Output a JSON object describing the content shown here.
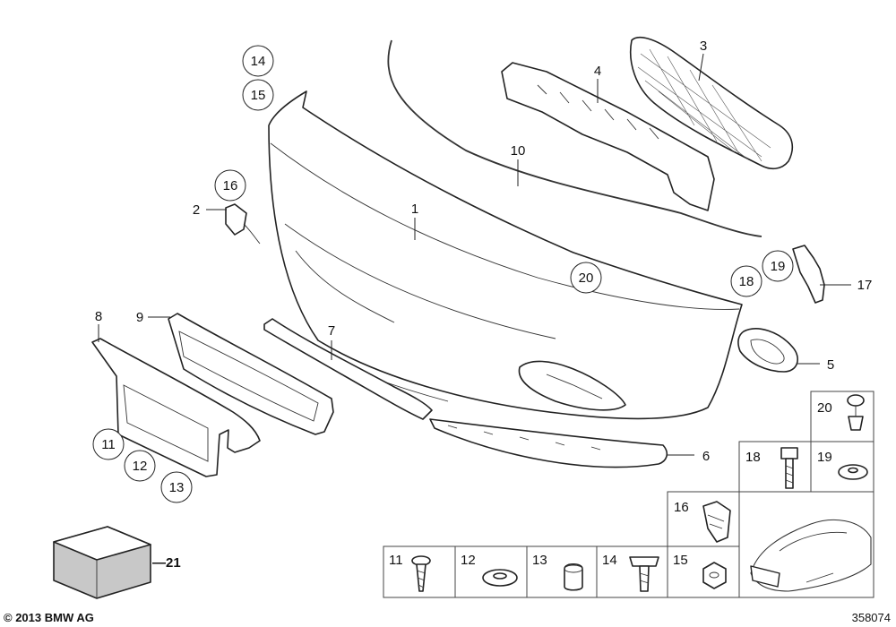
{
  "callouts": {
    "c1": "1",
    "c2": "2",
    "c3": "3",
    "c4": "4",
    "c5": "5",
    "c6": "6",
    "c7": "7",
    "c8": "8",
    "c9": "9",
    "c10": "10",
    "c11": "11",
    "c12": "12",
    "c13": "13",
    "c14": "14",
    "c15": "15",
    "c16": "16",
    "c17": "17",
    "c18": "18",
    "c19": "19",
    "c20": "20",
    "c21": "—21"
  },
  "table": {
    "c20": "20",
    "c18": "18",
    "c19": "19",
    "c16": "16",
    "c11": "11",
    "c12": "12",
    "c13": "13",
    "c14": "14",
    "c15": "15"
  },
  "footer": {
    "copyright": "© 2013 BMW AG",
    "diagram_number": "358074"
  }
}
